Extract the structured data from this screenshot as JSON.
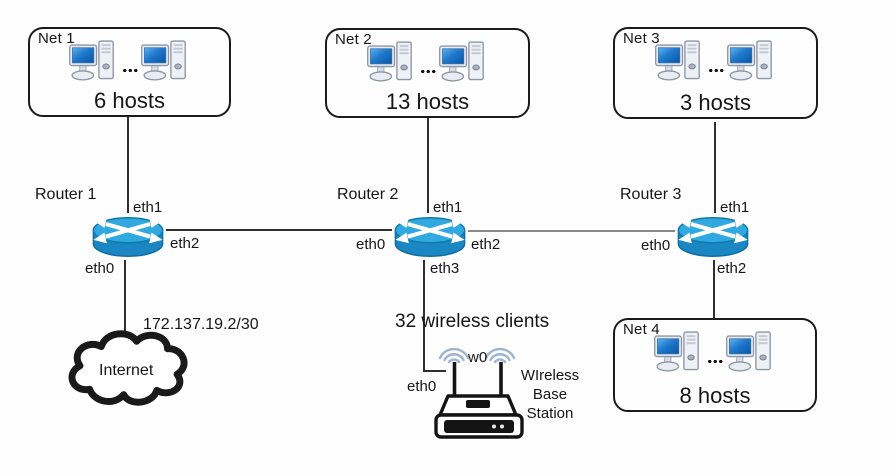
{
  "networks": [
    {
      "name": "Net 1",
      "hosts": "6 hosts"
    },
    {
      "name": "Net 2",
      "hosts": "13 hosts"
    },
    {
      "name": "Net 3",
      "hosts": "3 hosts"
    },
    {
      "name": "Net 4",
      "hosts": "8 hosts"
    }
  ],
  "routers": [
    {
      "name": "Router 1",
      "eth0": "eth0",
      "eth1": "eth1",
      "eth2": "eth2"
    },
    {
      "name": "Router 2",
      "eth0": "eth0",
      "eth1": "eth1",
      "eth2": "eth2",
      "eth3": "eth3"
    },
    {
      "name": "Router 3",
      "eth0": "eth0",
      "eth1": "eth1",
      "eth2": "eth2"
    }
  ],
  "internet": {
    "label": "Internet",
    "wan_ip": "172.137.19.2/30"
  },
  "wireless": {
    "clients": "32 wireless clients",
    "w0_label": "w0",
    "eth0_label": "eth0",
    "station_name_lines": [
      "WIreless",
      "Base",
      "Station"
    ]
  },
  "colors": {
    "router_top": "#30a9e0",
    "router_body": "#1a86c2",
    "pc_screen": "#1060b8",
    "wifi_arc": "#9db4d6",
    "link_line": "#2f2f2f"
  }
}
